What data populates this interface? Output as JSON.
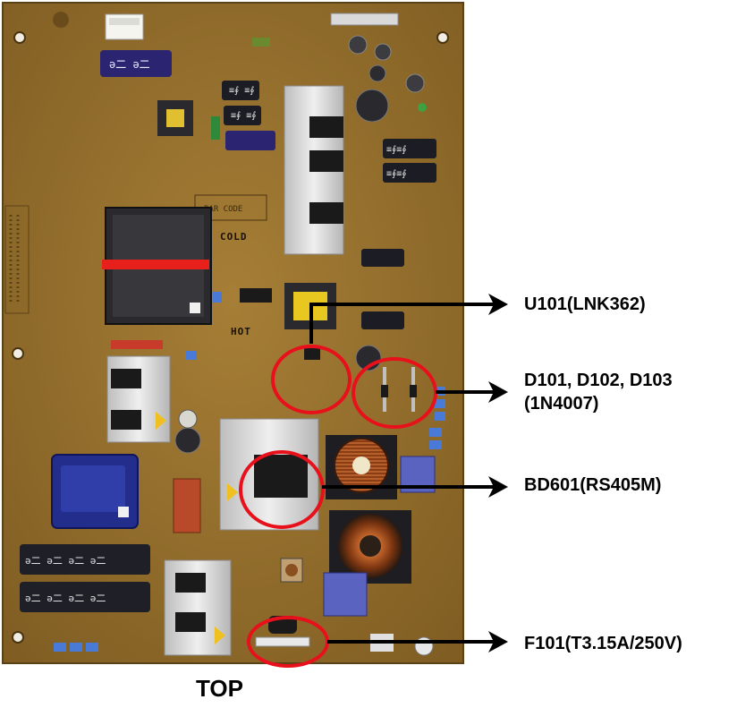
{
  "diagram": {
    "board_view_label": "TOP",
    "silkscreen": {
      "cold": "COLD",
      "hot": "HOT"
    },
    "callouts": [
      {
        "id": "u101",
        "label": "U101(LNK362)"
      },
      {
        "id": "d101",
        "label_line1": "D101, D102, D103",
        "label_line2": "(1N4007)"
      },
      {
        "id": "bd601",
        "label": "BD601(RS405M)"
      },
      {
        "id": "f101",
        "label": "F101(T3.15A/250V)"
      }
    ],
    "colors": {
      "pcb": "#9a7430",
      "highlight_circle": "#e8101a",
      "arrow": "#000000",
      "heatsink": "#d8d8d8",
      "capacitor_blue": "#2a2a8a"
    }
  }
}
